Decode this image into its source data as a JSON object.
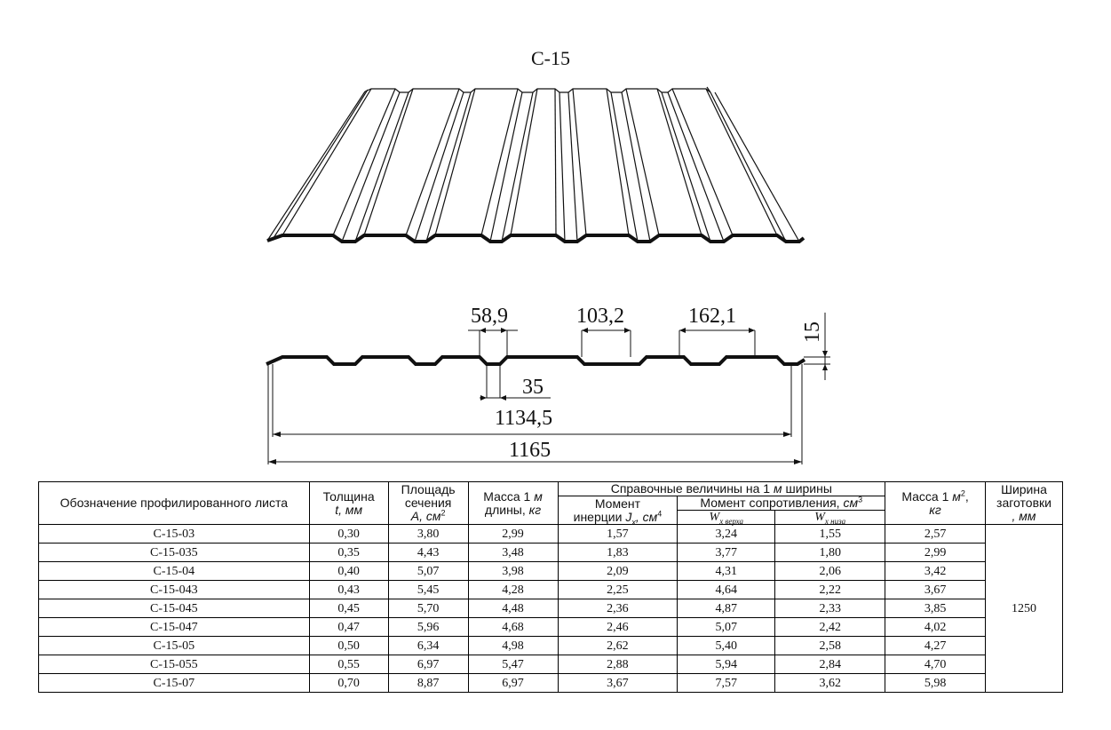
{
  "title": "С-15",
  "dimensions": {
    "top_width": "58,9",
    "middle_span": "103,2",
    "pitch": "162,1",
    "height": "15",
    "bottom_width": "35",
    "working_width": "1134,5",
    "full_width": "1165"
  },
  "table": {
    "headers": {
      "designation": "Обозначение профилированного листа",
      "thickness_line1": "Толщина",
      "thickness_line2_sym": "t",
      "thickness_line2_unit": ", мм",
      "area_line1": "Площадь сечения",
      "area_sym": "A",
      "area_unit": ", см",
      "area_exp": "2",
      "mass_line1": "Масса 1 ",
      "mass_unit_m": "м",
      "mass_line2": "длины, ",
      "mass_unit_kg": "кг",
      "reference": "Справочные величины на 1 ",
      "reference_m": "м",
      "reference_tail": " ширины",
      "moment_line1": "Момент",
      "moment_line2": "инерции ",
      "moment_sym": "J",
      "moment_sub": "x",
      "moment_unit": ", см",
      "moment_exp": "4",
      "resist": "Момент сопротивления, ",
      "resist_unit": "см",
      "resist_exp": "3",
      "w_top_sym": "W",
      "w_top_sub": "x верха",
      "w_bot_sym": "W",
      "w_bot_sub": "x низа",
      "mass_m2_line1": "Масса 1 ",
      "mass_m2_unit": "м",
      "mass_m2_exp": "2",
      "mass_m2_tail": ",",
      "mass_m2_kg": "кг",
      "blank_width_line1": "Ширина заготовки",
      "blank_width_line2": ", мм"
    },
    "blank_width_value": "1250",
    "rows": [
      [
        "С-15-03",
        "0,30",
        "3,80",
        "2,99",
        "1,57",
        "3,24",
        "1,55",
        "2,57"
      ],
      [
        "С-15-035",
        "0,35",
        "4,43",
        "3,48",
        "1,83",
        "3,77",
        "1,80",
        "2,99"
      ],
      [
        "С-15-04",
        "0,40",
        "5,07",
        "3,98",
        "2,09",
        "4,31",
        "2,06",
        "3,42"
      ],
      [
        "С-15-043",
        "0,43",
        "5,45",
        "4,28",
        "2,25",
        "4,64",
        "2,22",
        "3,67"
      ],
      [
        "С-15-045",
        "0,45",
        "5,70",
        "4,48",
        "2,36",
        "4,87",
        "2,33",
        "3,85"
      ],
      [
        "С-15-047",
        "0,47",
        "5,96",
        "4,68",
        "2,46",
        "5,07",
        "2,42",
        "4,02"
      ],
      [
        "С-15-05",
        "0,50",
        "6,34",
        "4,98",
        "2,62",
        "5,40",
        "2,58",
        "4,27"
      ],
      [
        "С-15-055",
        "0,55",
        "6,97",
        "5,47",
        "2,88",
        "5,94",
        "2,84",
        "4,70"
      ],
      [
        "С-15-07",
        "0,70",
        "8,87",
        "6,97",
        "3,67",
        "7,57",
        "3,62",
        "5,98"
      ]
    ]
  }
}
